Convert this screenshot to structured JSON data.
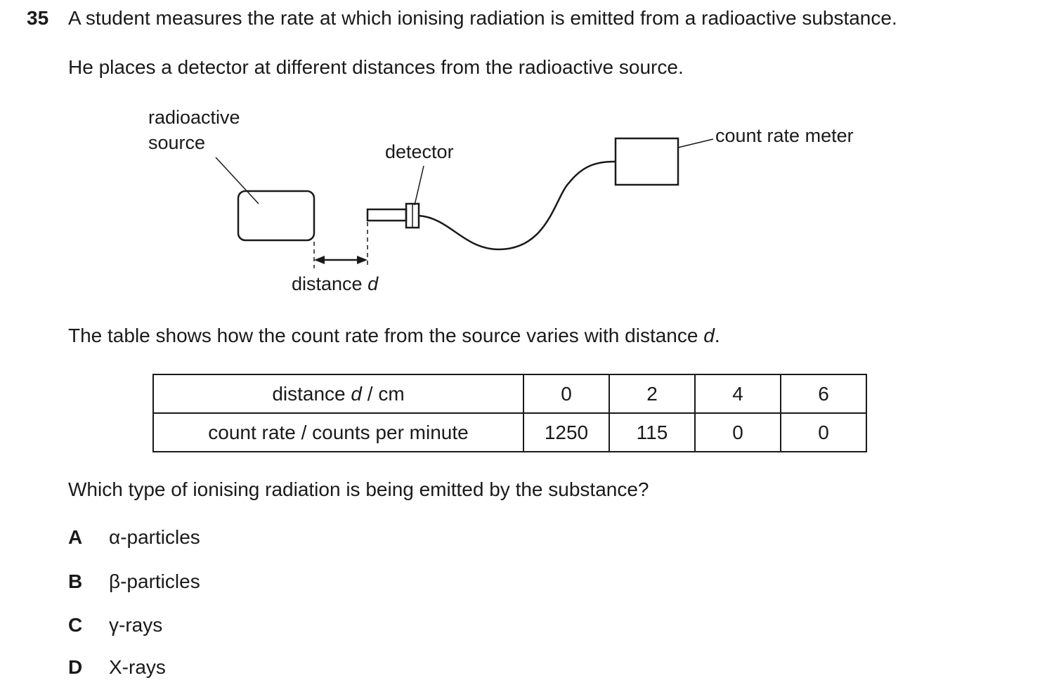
{
  "question": {
    "number": "35",
    "line1": "A student measures the rate at which ionising radiation is emitted from a radioactive substance.",
    "line2": "He places a detector at different distances from the radioactive source.",
    "table_intro_prefix": "The table shows how the count rate from the source varies with distance ",
    "table_intro_var": "d",
    "table_intro_suffix": ".",
    "prompt": "Which type of ionising radiation is being emitted by the substance?"
  },
  "diagram": {
    "source_label_line1": "radioactive",
    "source_label_line2": "source",
    "detector_label": "detector",
    "meter_label": "count rate meter",
    "distance_label_prefix": "distance ",
    "distance_label_var": "d"
  },
  "table": {
    "row1": {
      "label_prefix": "distance ",
      "label_var": "d",
      "label_unit": " / cm",
      "values": [
        "0",
        "2",
        "4",
        "6"
      ]
    },
    "row2": {
      "label": "count rate / counts per minute",
      "values": [
        "1250",
        "115",
        "0",
        "0"
      ]
    }
  },
  "options": [
    {
      "letter": "A",
      "text": "α-particles"
    },
    {
      "letter": "B",
      "text": "β-particles"
    },
    {
      "letter": "C",
      "text": "γ-rays"
    },
    {
      "letter": "D",
      "text": "X-rays"
    }
  ]
}
